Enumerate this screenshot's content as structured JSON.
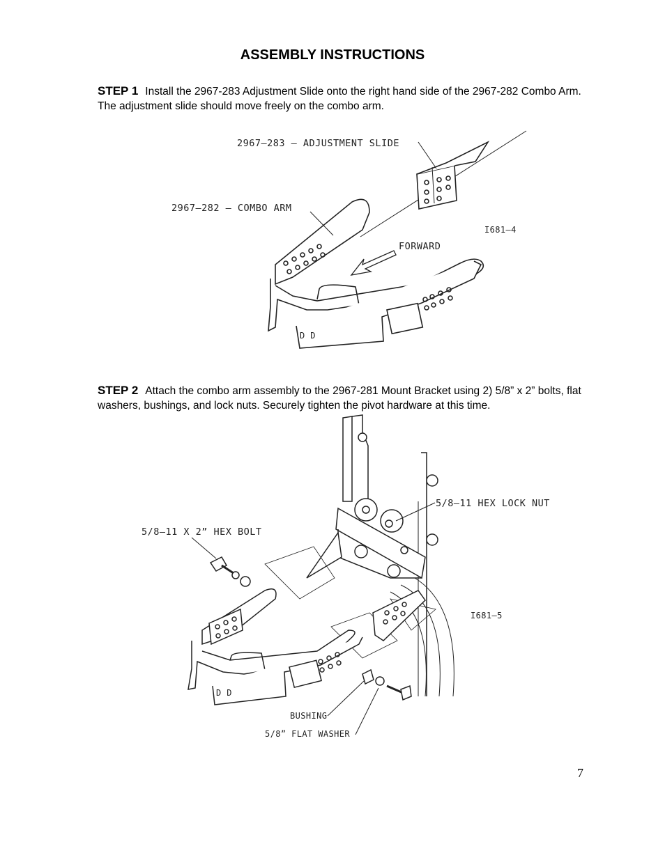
{
  "page": {
    "title": "ASSEMBLY INSTRUCTIONS",
    "page_number": "7"
  },
  "step1": {
    "label": "STEP 1",
    "text": "Install the 2967-283 Adjustment Slide onto the right hand side of the 2967-282 Combo Arm.  The adjustment slide should move freely on the combo arm."
  },
  "step2": {
    "label": "STEP 2",
    "text": "Attach the combo arm assembly to the 2967-281 Mount Bracket using 2) 5/8” x 2” bolts, flat washers, bushings, and lock nuts.  Securely tighten the pivot hardware at this time."
  },
  "figure1": {
    "callout_slide": "2967–283  –  ADJUSTMENT SLIDE",
    "callout_arm": "2967–282  –  COMBO ARM",
    "callout_forward": "FORWARD",
    "drawing_id": "I681–4",
    "arm_marking": "D D"
  },
  "figure2": {
    "callout_locknut": "5/8–11 HEX LOCK NUT",
    "callout_bolt": "5/8–11 X 2” HEX BOLT",
    "callout_bushing": "BUSHING",
    "callout_washer": "5/8” FLAT WASHER",
    "drawing_id": "I681–5",
    "arm_marking": "D D"
  }
}
